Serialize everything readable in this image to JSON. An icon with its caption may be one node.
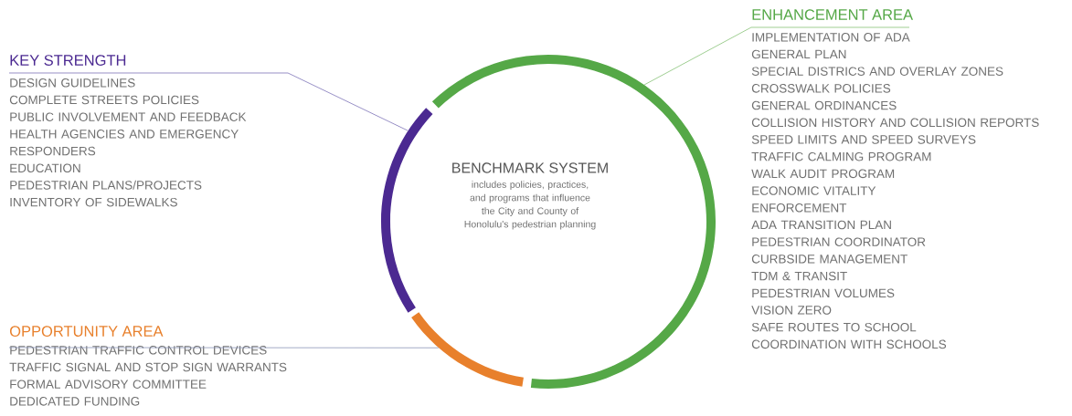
{
  "diagram": {
    "nodes": [
      {
        "text": [
          "BENCHMARK SYSTEM",
          "includes policies, practices, and programs that influence the City and County of Honolulu's pedestrian planning"
        ]
      },
      {
        "text": [
          "KEY STRENGTH",
          "DESIGN GUIDELINES",
          "COMPLETE STREETS POLICIES",
          "PUBLIC INVOLVEMENT AND FEEDBACK",
          "HEALTH AGENCIES AND EMERGENCY RESPONDERS",
          "EDUCATION",
          "PEDESTRIAN PLANS/PROJECTS",
          "INVENTORY OF SIDEWALKS"
        ]
      },
      {
        "text": [
          "OPPORTUNITY AREA",
          "PEDESTRIAN TRAFFIC CONTROL DEVICES",
          "TRAFFIC SIGNAL AND STOP SIGN WARRANTS",
          "FORMAL ADVISORY COMMITTEE",
          "DEDICATED FUNDING"
        ]
      },
      {
        "text": [
          "ENHANCEMENT AREA",
          "IMPLEMENTATION OF ADA",
          "GENERAL PLAN",
          "SPECIAL DISTRICS AND OVERLAY ZONES",
          "CROSSWALK POLICIES",
          "GENERAL ORDINANCES",
          "COLLISION HISTORY AND COLLISION REPORTS",
          "SPEED LIMITS AND SPEED SURVEYS",
          "TRAFFIC CALMING PROGRAM",
          "WALK AUDIT PROGRAM",
          "ECONOMIC VITALITY",
          "ENFORCEMENT",
          "ADA TRANSITION PLAN",
          "PEDESTRIAN COORDINATOR",
          "CURBSIDE MANAGEMENT",
          "TDM & TRANSIT",
          "PEDESTRIAN VOLUMES",
          "VISION ZERO",
          "SAFE ROUTES TO SCHOOL",
          "COORDINATION WITH SCHOOLS"
        ]
      }
    ],
    "edges": [
      {
        "from": 1,
        "to": 0,
        "arrow": "none",
        "color": "#7d74b8"
      },
      {
        "from": 2,
        "to": 0,
        "arrow": "none",
        "color": "#8c96b8"
      },
      {
        "from": 3,
        "to": 0,
        "arrow": "none",
        "color": "#86c276"
      }
    ]
  }
}
